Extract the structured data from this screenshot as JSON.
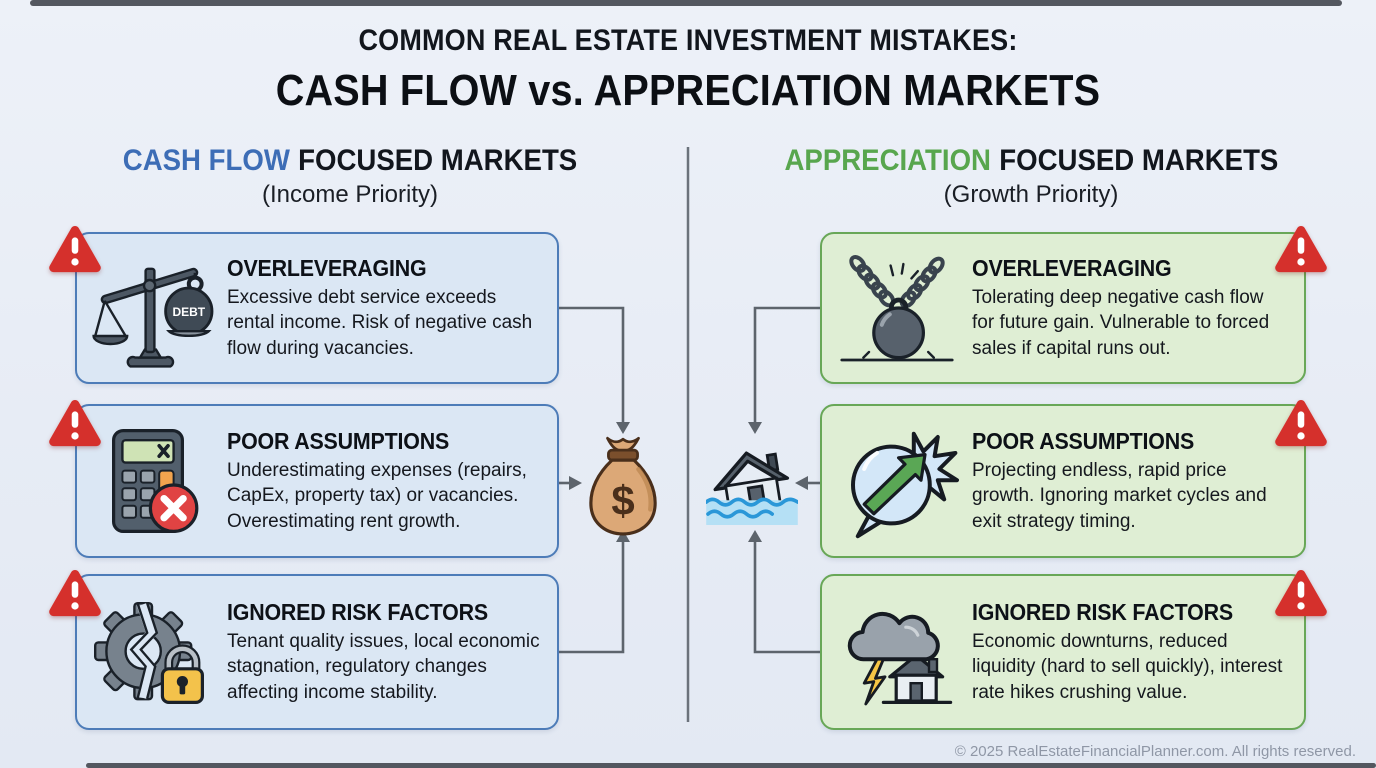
{
  "title": {
    "line1": "COMMON REAL ESTATE INVESTMENT MISTAKES:",
    "line2": "CASH FLOW vs. APPRECIATION MARKETS"
  },
  "left_column": {
    "heading_accent": "CASH FLOW",
    "heading_rest": "FOCUSED MARKETS",
    "subheading": "(Income Priority)",
    "accent_color": "#3d6db6",
    "card_bg": "#dbe7f4",
    "card_border": "#4d7cb8",
    "center_icon": "money-bag-icon",
    "boxes": [
      {
        "icon": "balance-scale-debt-icon",
        "icon_label": "DEBT",
        "title": "OVERLEVERAGING",
        "text": "Excessive debt service exceeds rental income. Risk of negative cash flow during vacancies."
      },
      {
        "icon": "calculator-error-icon",
        "title": "POOR ASSUMPTIONS",
        "text": "Underestimating expenses (repairs, CapEx, property tax) or vacancies. Overestimating rent growth."
      },
      {
        "icon": "broken-gear-padlock-icon",
        "title": "IGNORED RISK FACTORS",
        "text": "Tenant quality issues, local economic stagnation, regulatory changes affecting income stability."
      }
    ]
  },
  "right_column": {
    "heading_accent": "APPRECIATION",
    "heading_rest": "FOCUSED MARKETS",
    "subheading": "(Growth Priority)",
    "accent_color": "#58a64e",
    "card_bg": "#dfeed4",
    "card_border": "#68a757",
    "center_icon": "sinking-house-icon",
    "boxes": [
      {
        "icon": "wrecking-ball-chain-icon",
        "title": "OVERLEVERAGING",
        "text": "Tolerating deep negative cash flow for future gain. Vulnerable to forced sales if capital runs out."
      },
      {
        "icon": "bursting-bubble-growth-icon",
        "title": "POOR ASSUMPTIONS",
        "text": "Projecting endless, rapid price growth. Ignoring market cycles and exit strategy timing."
      },
      {
        "icon": "storm-cloud-house-icon",
        "title": "IGNORED RISK FACTORS",
        "text": "Economic downturns, reduced liquidity (hard to sell quickly), interest rate hikes crushing value."
      }
    ]
  },
  "warning_color": "#d5302c",
  "money_bag_symbol": "$",
  "footer": "© 2025 RealEstateFinancialPlanner.com. All rights reserved."
}
